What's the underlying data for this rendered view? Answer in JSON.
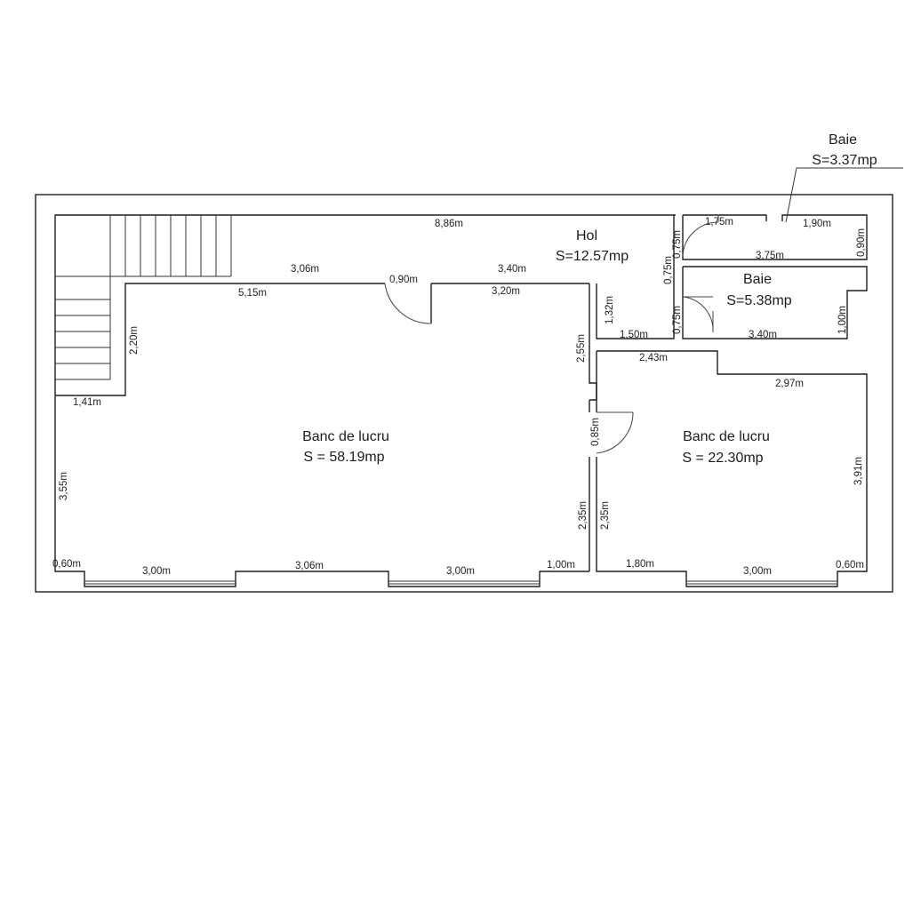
{
  "rooms": {
    "baie_outer_name": "Baie",
    "baie_outer_area": "S=3.37mp",
    "hol_name": "Hol",
    "hol_area": "S=12.57mp",
    "baie_inner_name": "Baie",
    "baie_inner_area": "S=5.38mp",
    "banc_left_name": "Banc de lucru",
    "banc_left_area": "S = 58.19mp",
    "banc_right_name": "Banc de lucru",
    "banc_right_area": "S = 22.30mp"
  },
  "dims": {
    "d886": "8,86m",
    "d175": "1,75m",
    "d190": "1,90m",
    "d075a": "0,75m",
    "d090r": "0,90m",
    "d375": "3,75m",
    "d306top": "3,06m",
    "d090door": "0,90m",
    "d340top": "3,40m",
    "d515": "5,15m",
    "d320": "3,20m",
    "d075b": "0,75m",
    "d132": "1,32m",
    "d075c": "0,75m",
    "d100v": "1,00m",
    "d150": "1,50m",
    "d340bath": "3,40m",
    "d220": "2,20m",
    "d255": "2,55m",
    "d243": "2,43m",
    "d297": "2,97m",
    "d141": "1,41m",
    "d085": "0,85m",
    "d355": "3,55m",
    "d391": "3,91m",
    "d235a": "2,35m",
    "d235b": "2,35m",
    "d060l": "0,60m",
    "d300a": "3,00m",
    "d306bot": "3,06m",
    "d300b": "3,00m",
    "d100b": "1,00m",
    "d180": "1,80m",
    "d300c": "3,00m",
    "d060r": "0,60m"
  }
}
